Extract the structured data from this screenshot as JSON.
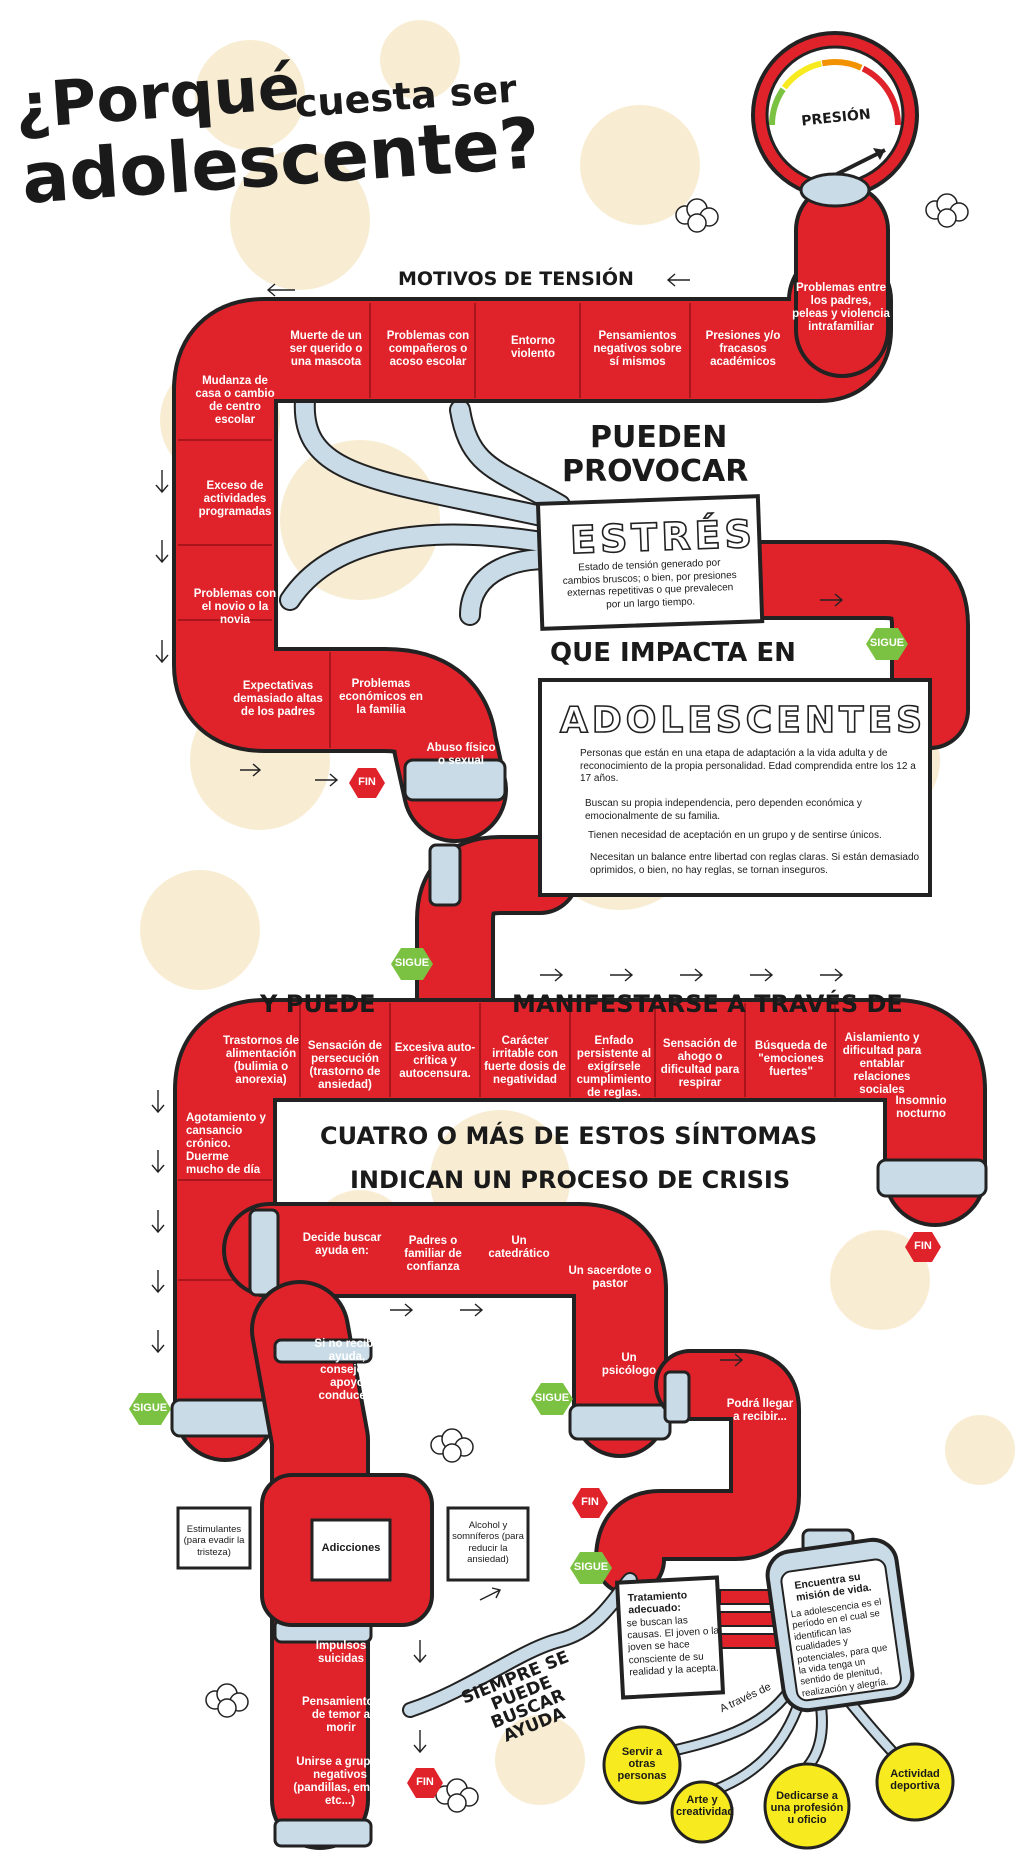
{
  "title": {
    "line1": "¿Porqué",
    "line1b": "cuesta ser",
    "line2": "adolescente?"
  },
  "gauge": {
    "label": "PRESIÓN"
  },
  "sections": {
    "tension": "MOTIVOS DE TENSIÓN",
    "pueden": "PUEDEN",
    "provocar": "PROVOCAR",
    "estres_title": "ESTRÉS",
    "estres_desc": "Estado de tensión generado por cambios bruscos; o bien, por presiones externas repetitivas o que prevalecen por un largo tiempo.",
    "impacta": "QUE IMPACTA EN",
    "adolescentes_title": "ADOLESCENTES",
    "adolescentes_p1": "Personas que están en una etapa de adaptación a la vida adulta y de reconocimiento de la propia personalidad. Edad comprendida entre los 12 a 17 años.",
    "adolescentes_p2": "Buscan su propia independencia, pero dependen económica y emocionalmente de su familia.",
    "adolescentes_p3": "Tienen necesidad de aceptación en un grupo y de sentirse únicos.",
    "adolescentes_p4": "Necesitan un balance entre libertad con reglas claras. Si están demasiado oprimidos, o bien, no hay reglas, se tornan inseguros.",
    "ypuede": "Y PUEDE",
    "manifestarse": "MANIFESTARSE A TRAVÉS DE",
    "cuatro": "CUATRO O MÁS DE ESTOS SÍNTOMAS",
    "indican": "INDICAN UN PROCESO DE CRISIS",
    "siempre": "SIEMPRE SE PUEDE BUSCAR AYUDA",
    "atraves": "A través de"
  },
  "tension_items": [
    "Problemas entre los padres, peleas y violencia intrafamiliar",
    "Presiones y/o fracasos académicos",
    "Pensamientos negativos sobre sí mismos",
    "Entorno violento",
    "Problemas con compañeros o acoso escolar",
    "Muerte de un ser querido o una mascota",
    "Mudanza de casa o cambio de centro escolar",
    "Exceso de actividades programadas",
    "Problemas con el novio o la novia",
    "Expectativas demasiado altas de los padres",
    "Problemas económicos en la familia",
    "Abuso físico o sexual"
  ],
  "symptoms": [
    "Trastornos de alimentación (bulimia o anorexia)",
    "Sensación de persecución (trastorno de ansiedad)",
    "Excesiva auto-crítica y autocensura.",
    "Carácter irritable con fuerte dosis de negatividad",
    "Enfado persistente al exigírsele cumplimiento de reglas.",
    "Sensación de ahogo o dificultad para respirar",
    "Búsqueda de \"emociones fuertes\"",
    "Aislamiento y dificultad para entablar relaciones sociales",
    "Insomnio nocturno",
    "Agotamiento y cansancio crónico. Duerme mucho de día"
  ],
  "help_items": [
    "Decide buscar ayuda en:",
    "Padres o familiar de confianza",
    "Un catedrático",
    "Un sacerdote o pastor",
    "Un psicólogo",
    "Podrá llegar a recibir..."
  ],
  "risk_items": [
    "Si no recibe ayuda, consejo o apoyo conduce a",
    "Adicciones",
    "Estimulantes (para evadir la tristeza)",
    "Alcohol y somníferos (para reducir la ansiedad)",
    "Impulsos suicidas",
    "Pensamientos de temor a morir",
    "Unirse a grupos negativos (pandillas, emos, etc...)"
  ],
  "treatment": {
    "title": "Tratamiento adecuado:",
    "text": "se buscan las causas. El joven o la joven se hace consciente de su realidad y la acepta."
  },
  "mission": {
    "title": "Encuentra su misión de vida.",
    "text": "La adolescencia es el período en el cual se identifican las cualidades y potenciales, para que la vida tenga un sentido de plenitud, realización y alegría."
  },
  "bulbs": [
    "Servir a otras personas",
    "Arte y creatividad",
    "Dedicarse a una profesión u oficio",
    "Actividad deportiva"
  ],
  "badges": {
    "fin": "FIN",
    "sigue": "SIGUE"
  },
  "colors": {
    "pipe": "#e0232b",
    "pipe_dark": "#a8151b",
    "metal": "#c9dbe6",
    "bulb": "#f7ea1e",
    "sigue": "#7cc242",
    "splatter": "#f8edd3"
  }
}
